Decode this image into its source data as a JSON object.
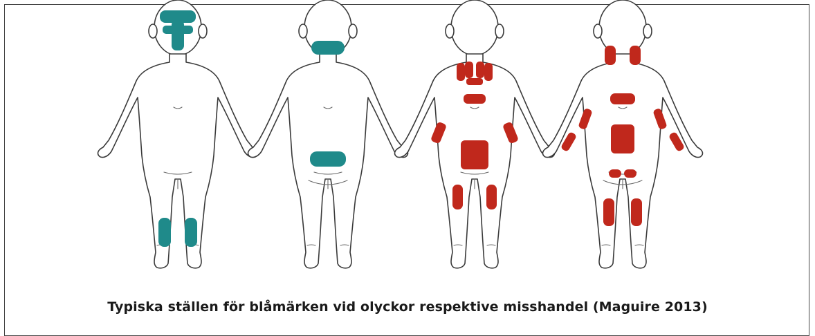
{
  "caption": "Typiska ställen för blåmärken vid olyckor respektive misshandel (Maguire 2013)",
  "colors": {
    "accident": "#1f8a8a",
    "abuse": "#c0281c",
    "outline": "#3a3a3a"
  },
  "figures": [
    {
      "view": "front",
      "category": "accident"
    },
    {
      "view": "back",
      "category": "accident"
    },
    {
      "view": "front",
      "category": "abuse"
    },
    {
      "view": "back",
      "category": "abuse"
    }
  ]
}
